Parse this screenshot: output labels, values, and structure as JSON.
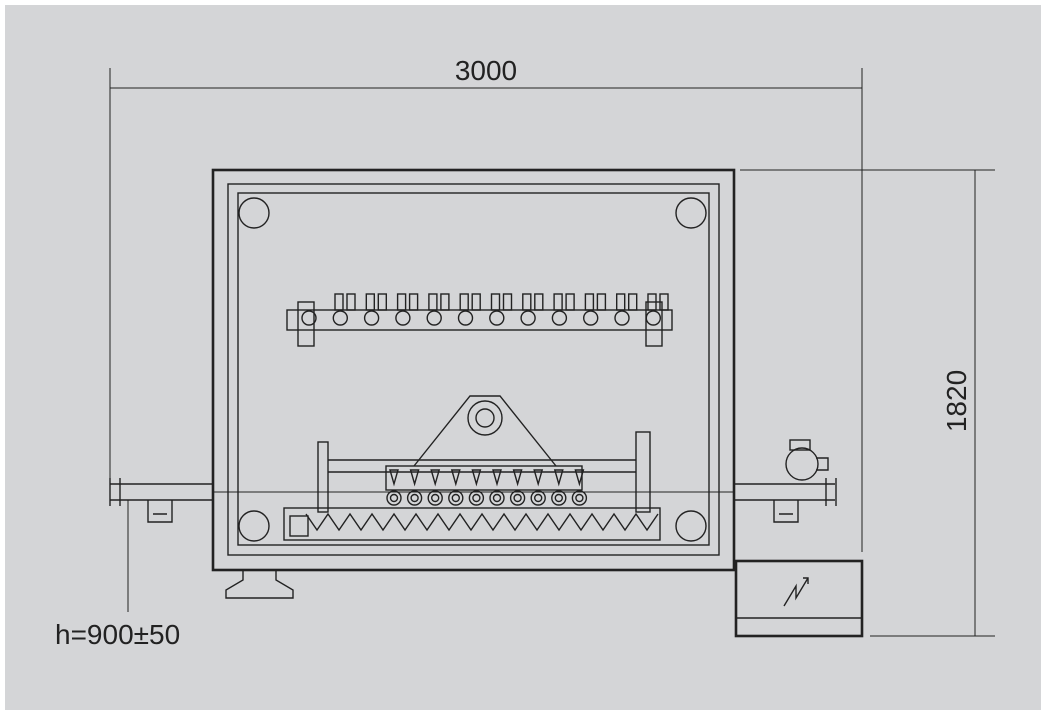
{
  "dimensions": {
    "width_label": "3000",
    "height_label": "1820",
    "work_height_label": "h=900±50"
  },
  "colors": {
    "background": "#d4d5d7",
    "line": "#222222"
  },
  "icons": {
    "electrical_box": "lightning-icon",
    "motor": "motor-icon"
  }
}
